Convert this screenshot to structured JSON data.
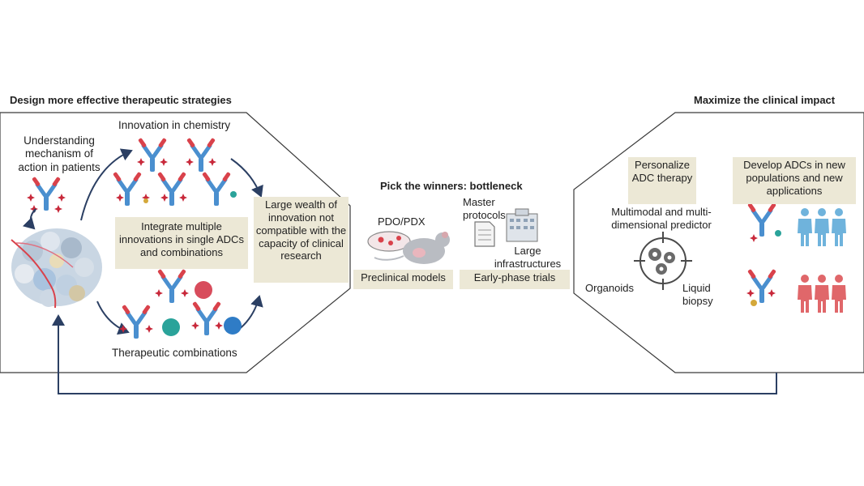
{
  "left_panel": {
    "heading": "Design more effective therapeutic strategies",
    "understanding": "Understanding mechanism of action in patients",
    "chemistry": "Innovation in chemistry",
    "integrate": "Integrate multiple innovations in single ADCs and combinations",
    "combinations": "Therapeutic combinations",
    "large_wealth": "Large wealth of innovation not compatible with the capacity of clinical research"
  },
  "middle": {
    "title": "Pick the winners: bottleneck",
    "pdo": "PDO/PDX",
    "master": "Master protocols",
    "infra": "Large infrastructures",
    "preclinical": "Preclinical models",
    "early": "Early-phase trials"
  },
  "right_panel": {
    "heading": "Maximize the clinical impact",
    "personalize": "Personalize ADC therapy",
    "develop": "Develop ADCs in new populations and new applications",
    "multimodal": "Multimodal and multi-dimensional predictor",
    "organoids": "Organoids",
    "liquid": "Liquid biopsy"
  },
  "colors": {
    "outline": "#3a3a3a",
    "arrow": "#2b3f63",
    "label_box": "#ece8d6",
    "antibody_blue": "#4a8fcf",
    "antibody_red": "#d9424b",
    "drug_red": "#c8283a",
    "sphere_red": "#d84c5c",
    "sphere_teal": "#2aa39a",
    "sphere_blue": "#2f7cc6",
    "person_blue": "#6fb3dc",
    "person_red": "#e0676a",
    "target_gray": "#4a4a4a"
  },
  "icons": [
    "tumor-icon",
    "antibody-icon",
    "drug-payload-icon",
    "petri-dish-icon",
    "mouse-icon",
    "document-icon",
    "hospital-icon",
    "gears-icon",
    "crosshair-icon",
    "person-icon",
    "loop-arrow-icon"
  ]
}
